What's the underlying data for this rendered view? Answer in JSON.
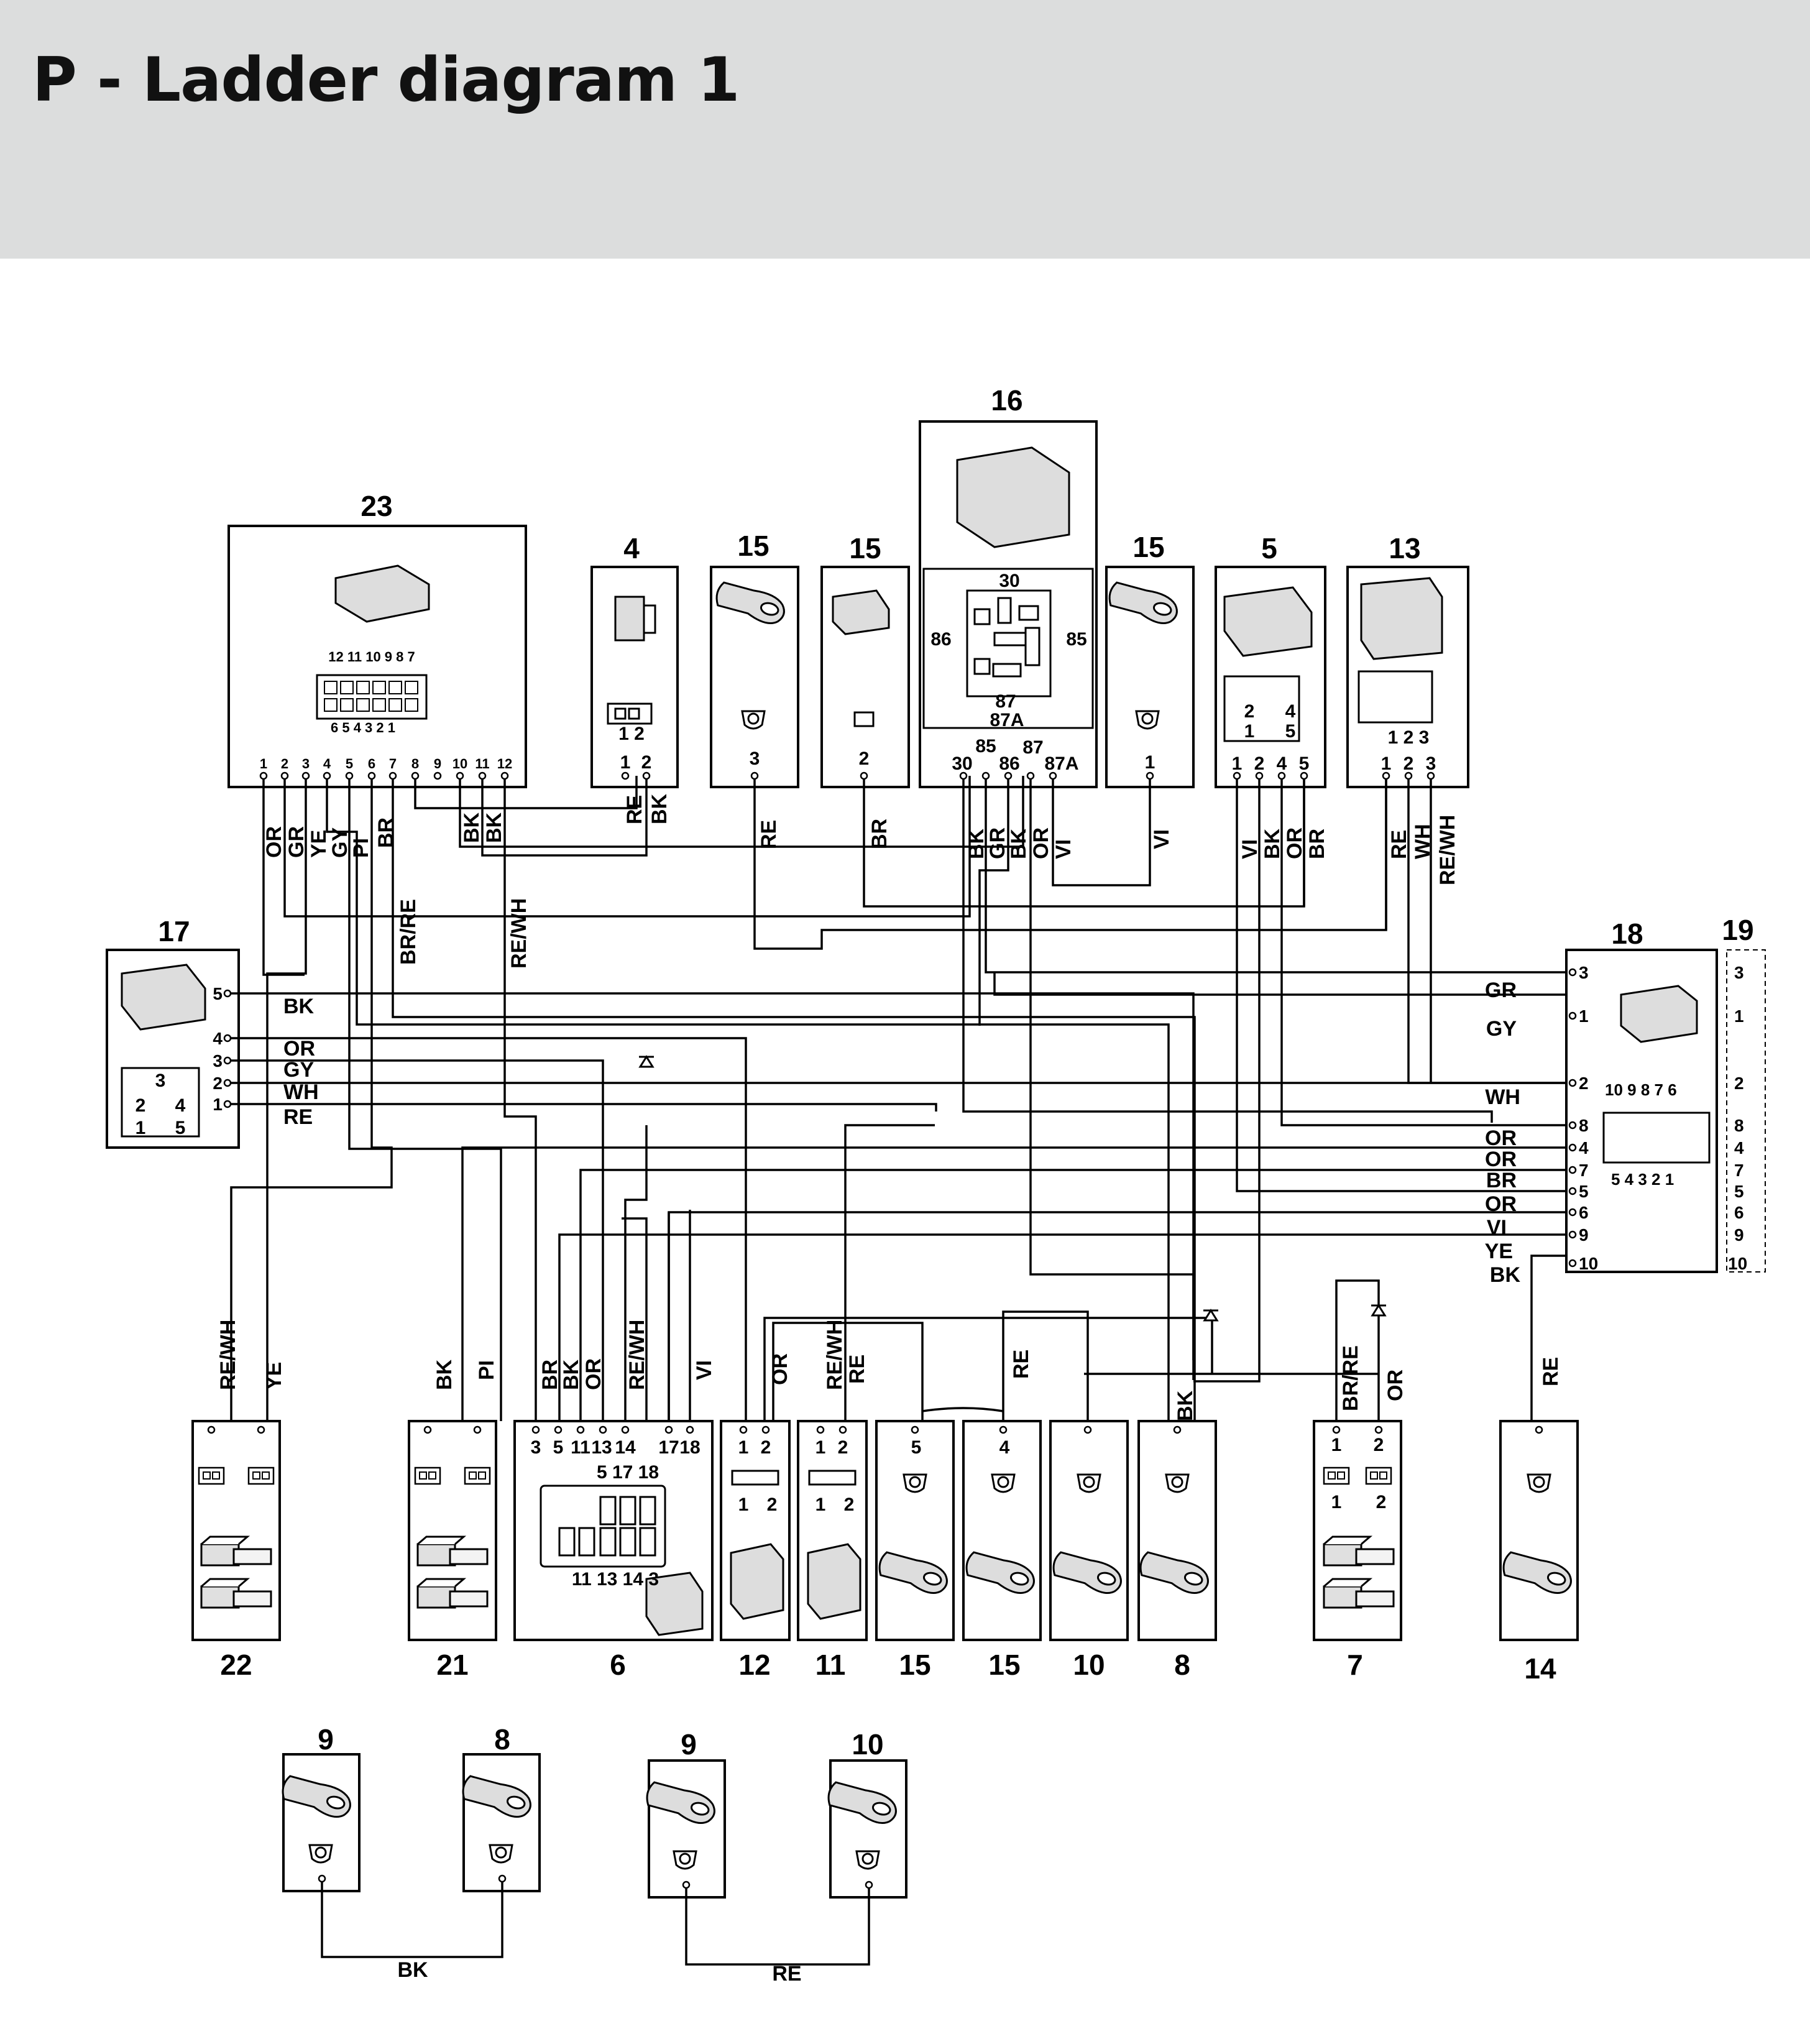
{
  "title": "P - Ladder diagram 1",
  "components": [
    {
      "id": "c23",
      "number": "23",
      "pin_top": "12 11 10 9  8  7",
      "pin_bottom": "6  5  4  3  2  1",
      "pins": [
        "1",
        "2",
        "3",
        "4",
        "5",
        "6",
        "7",
        "8",
        "9",
        "10",
        "11",
        "12"
      ],
      "wires": [
        "OR",
        "GR",
        "YE",
        "GY",
        "PI",
        "BR",
        "BK",
        "BK"
      ]
    },
    {
      "id": "c4",
      "number": "4",
      "pin_label": "1 2",
      "pins": [
        "1",
        "2"
      ],
      "wires": [
        "RE",
        "BK"
      ]
    },
    {
      "id": "c15a",
      "number": "15",
      "pins": [
        "3"
      ],
      "wires": [
        "RE"
      ]
    },
    {
      "id": "c15b",
      "number": "15",
      "pins": [
        "2"
      ],
      "wires": [
        "BR"
      ]
    },
    {
      "id": "c16",
      "number": "16",
      "relay_labels": [
        "30",
        "86",
        "85",
        "87",
        "87A"
      ],
      "pins": [
        "30",
        "85",
        "86",
        "87",
        "87A"
      ],
      "wires": [
        "BK",
        "GR",
        "BK",
        "OR",
        "VI"
      ]
    },
    {
      "id": "c15c",
      "number": "15",
      "pins": [
        "1"
      ],
      "wires": [
        "VI"
      ]
    },
    {
      "id": "c5",
      "number": "5",
      "cells": [
        "2",
        "4",
        "1",
        "5"
      ],
      "pins": [
        "1",
        "2",
        "4",
        "5"
      ],
      "wires": [
        "VI",
        "BK",
        "OR",
        "BR"
      ]
    },
    {
      "id": "c13",
      "number": "13",
      "pin_label": "1 2 3",
      "pins": [
        "1",
        "2",
        "3"
      ],
      "wires": [
        "RE",
        "WH",
        "RE/WH"
      ]
    },
    {
      "id": "c17",
      "number": "17",
      "cells": [
        "3",
        "2",
        "4",
        "1",
        "5"
      ],
      "pins": [
        "5",
        "4",
        "3",
        "2",
        "1"
      ],
      "wires": [
        "BK",
        "OR",
        "GY",
        "WH",
        "RE"
      ]
    },
    {
      "id": "c18",
      "number": "18",
      "pin_top": "10 9 8 7 6",
      "pin_bottom": "5 4 3 2 1",
      "pins": [
        "3",
        "1",
        "2",
        "8",
        "4",
        "7",
        "5",
        "6",
        "9",
        "10"
      ],
      "wires": [
        "GR",
        "GY",
        "WH",
        "OR",
        "OR",
        "BR",
        "OR",
        "VI",
        "YE",
        "BK"
      ]
    },
    {
      "id": "c19",
      "number": "19",
      "pins": [
        "3",
        "1",
        "2",
        "8",
        "4",
        "7",
        "5",
        "6",
        "9",
        "10"
      ]
    },
    {
      "id": "c22",
      "number": "22",
      "wires": [
        "RE/WH",
        "YE"
      ]
    },
    {
      "id": "c21",
      "number": "21",
      "wires": [
        "BK",
        "PI"
      ]
    },
    {
      "id": "c6",
      "number": "6",
      "pins": [
        "3",
        "5",
        "11",
        "13",
        "14",
        "17",
        "18"
      ],
      "inner_top": "5 17 18",
      "inner_bottom": "11 13 14 3",
      "wires": [
        "BR",
        "BK",
        "OR",
        "RE/WH",
        "VI"
      ]
    },
    {
      "id": "c12",
      "number": "12",
      "pins": [
        "1",
        "2"
      ],
      "wires": [
        "OR"
      ]
    },
    {
      "id": "c11",
      "number": "11",
      "pins": [
        "1",
        "2"
      ],
      "wires": [
        "RE/WH",
        "RE"
      ]
    },
    {
      "id": "c15d",
      "number": "15",
      "pins": [
        "5"
      ]
    },
    {
      "id": "c15e",
      "number": "15",
      "pins": [
        "4"
      ],
      "wires": [
        "RE"
      ]
    },
    {
      "id": "c10",
      "number": "10"
    },
    {
      "id": "c8",
      "number": "8",
      "wires": [
        "BK"
      ]
    },
    {
      "id": "c7",
      "number": "7",
      "pins": [
        "1",
        "2"
      ],
      "wires": [
        "BR/RE",
        "OR"
      ]
    },
    {
      "id": "c14",
      "number": "14",
      "wires": [
        "RE"
      ]
    },
    {
      "id": "g9a",
      "number": "9"
    },
    {
      "id": "g8",
      "number": "8"
    },
    {
      "id": "g9b",
      "number": "9"
    },
    {
      "id": "g10",
      "number": "10"
    }
  ],
  "middle_wire_labels": [
    "BR/RE",
    "RE/WH"
  ],
  "ground_links": [
    "BK",
    "RE"
  ]
}
